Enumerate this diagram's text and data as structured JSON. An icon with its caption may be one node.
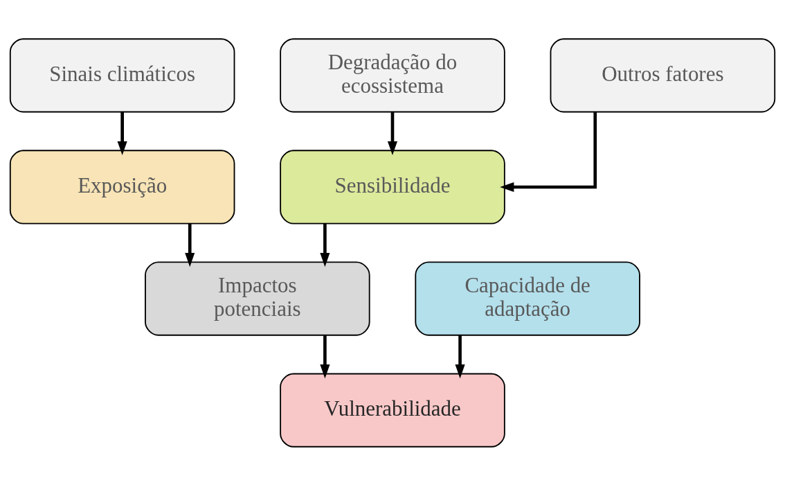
{
  "diagram": {
    "nodes": [
      {
        "text": [
          "Sinais climáticos"
        ]
      },
      {
        "text": [
          "Degradação do ecossistema"
        ]
      },
      {
        "text": [
          "Outros fatores"
        ]
      },
      {
        "text": [
          "Exposição"
        ]
      },
      {
        "text": [
          "Sensibilidade"
        ]
      },
      {
        "text": [
          "Impactos potenciais"
        ]
      },
      {
        "text": [
          "Capacidade de adaptação"
        ]
      },
      {
        "text": [
          "Vulnerabilidade"
        ]
      }
    ],
    "edges": [
      {
        "from": 0,
        "to": 3,
        "arrow": "to"
      },
      {
        "from": 1,
        "to": 4,
        "arrow": "to"
      },
      {
        "from": 2,
        "to": 4,
        "arrow": "to"
      },
      {
        "from": 3,
        "to": 5,
        "arrow": "to"
      },
      {
        "from": 4,
        "to": 5,
        "arrow": "to"
      },
      {
        "from": 5,
        "to": 7,
        "arrow": "to"
      },
      {
        "from": 6,
        "to": 7,
        "arrow": "to"
      }
    ]
  }
}
